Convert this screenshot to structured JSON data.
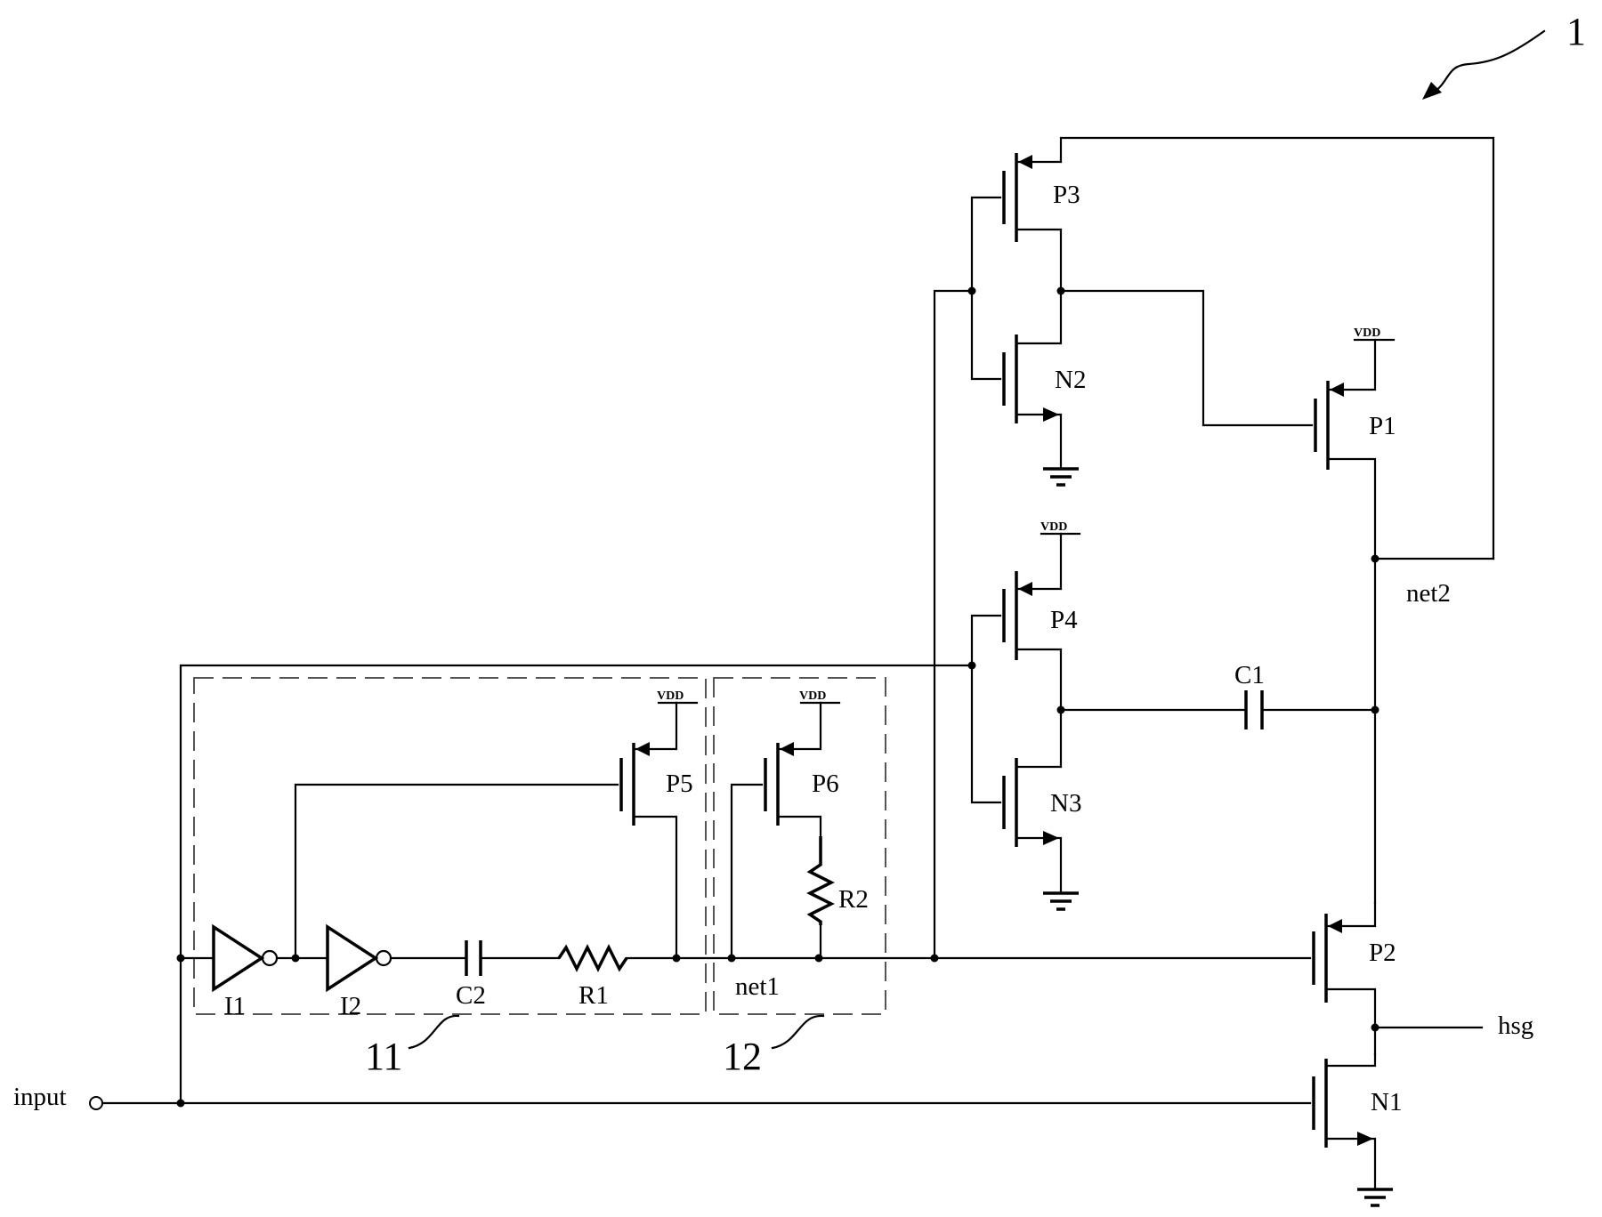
{
  "figure_number": "1",
  "blocks": {
    "block_11": "11",
    "block_12": "12"
  },
  "transistors": {
    "P1": "P1",
    "P2": "P2",
    "P3": "P3",
    "P4": "P4",
    "P5": "P5",
    "P6": "P6",
    "N1": "N1",
    "N2": "N2",
    "N3": "N3"
  },
  "components": {
    "C1": "C1",
    "C2": "C2",
    "R1": "R1",
    "R2": "R2",
    "I1": "I1",
    "I2": "I2"
  },
  "nets": {
    "net1": "net1",
    "net2": "net2",
    "input": "input",
    "hsg": "hsg"
  },
  "supply": {
    "vdd": "VDD"
  }
}
